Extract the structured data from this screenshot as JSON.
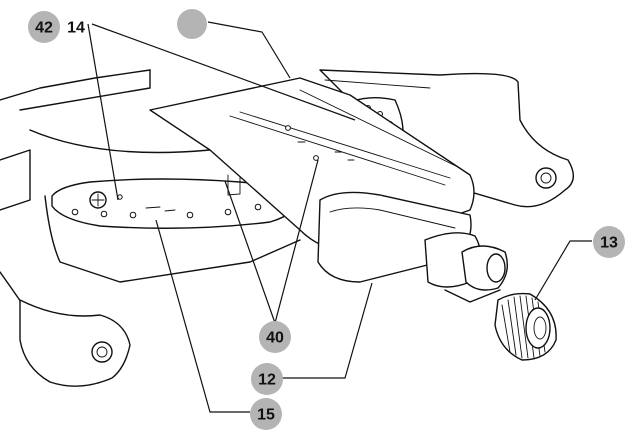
{
  "callouts": {
    "c42": "42",
    "c14": "14",
    "blank": "",
    "c13": "13",
    "c40": "40",
    "c12": "12",
    "c15": "15"
  },
  "colors": {
    "badge": "#b4b4b4",
    "ink": "#111111",
    "paper": "#ffffff"
  }
}
